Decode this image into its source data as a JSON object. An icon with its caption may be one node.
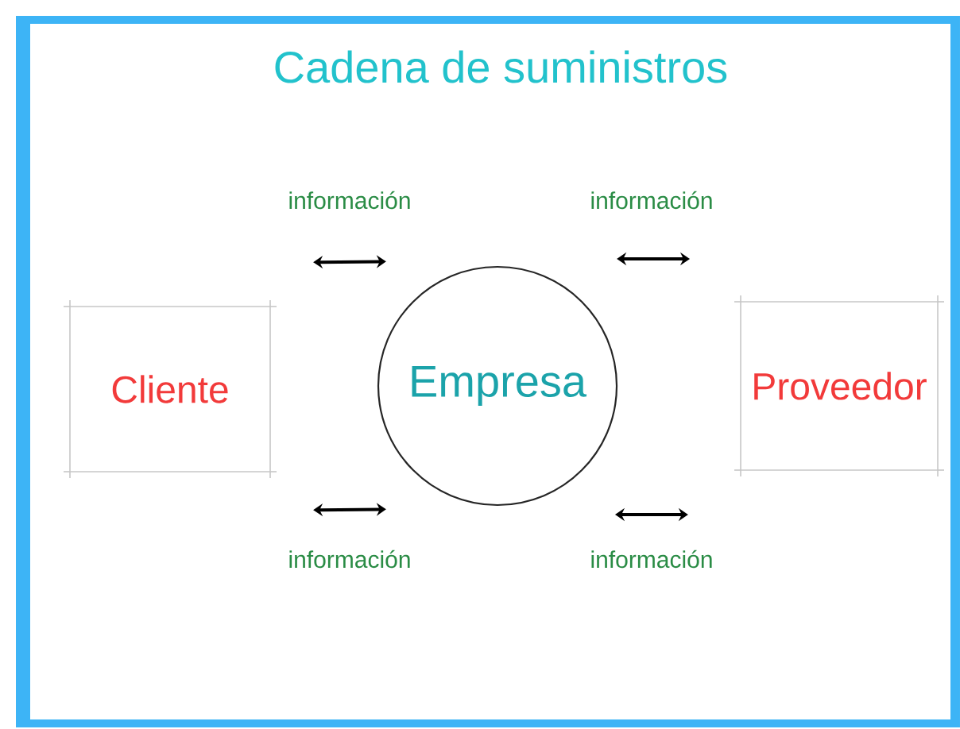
{
  "diagram": {
    "title": "Cadena de suministros",
    "nodes": [
      {
        "text": [
          "Cliente"
        ]
      },
      {
        "text": [
          "Empresa"
        ]
      },
      {
        "text": [
          "Proveedor"
        ]
      }
    ],
    "edges": [
      {
        "from": 0,
        "to": 1,
        "arrow": "both",
        "label": "información"
      },
      {
        "from": 1,
        "to": 2,
        "arrow": "both",
        "label": "información"
      },
      {
        "from": 0,
        "to": 1,
        "arrow": "both",
        "label": "información"
      },
      {
        "from": 1,
        "to": 2,
        "arrow": "both",
        "label": "información"
      }
    ]
  }
}
